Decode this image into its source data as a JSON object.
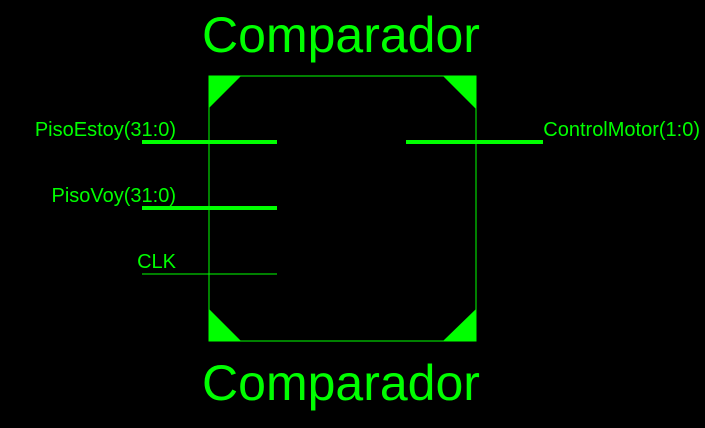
{
  "component": {
    "name": "Comparador",
    "colors": {
      "stroke": "#00FF00",
      "text": "#00FF00",
      "background": "#000000"
    }
  },
  "ports": {
    "inputs": [
      {
        "label": "PisoEstoy(31:0)",
        "kind": "bus"
      },
      {
        "label": "PisoVoy(31:0)",
        "kind": "bus"
      },
      {
        "label": "CLK",
        "kind": "wire"
      }
    ],
    "outputs": [
      {
        "label": "ControlMotor(1:0)",
        "kind": "bus"
      }
    ]
  }
}
